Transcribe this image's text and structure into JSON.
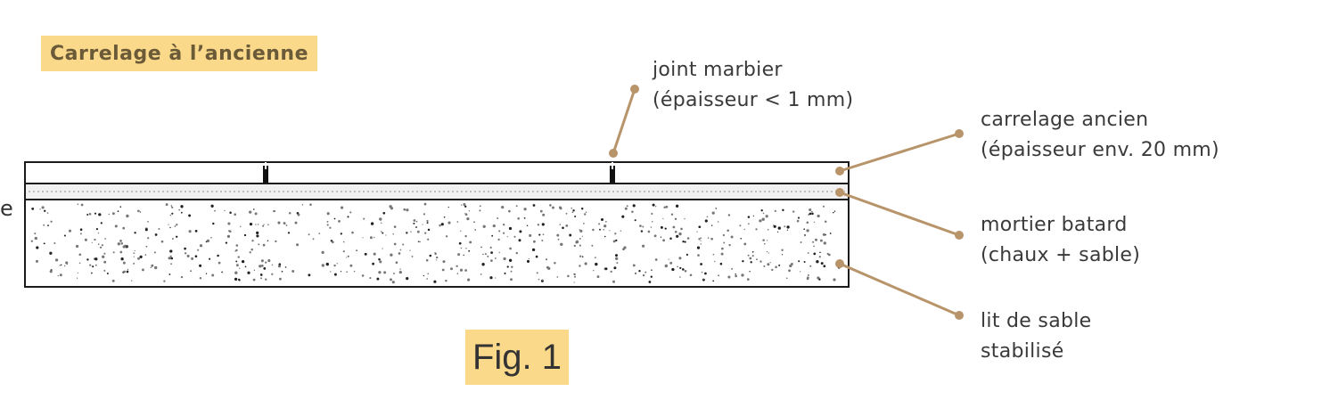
{
  "title": "Carrelage à l’ancienne",
  "figure_label": "Fig. 1",
  "edge_letter": "e",
  "annotations": {
    "joint": {
      "line1": "joint marbier",
      "line2": "(épaisseur < 1 mm)"
    },
    "tile": {
      "line1": "carrelage ancien",
      "line2": "(épaisseur env. 20 mm)"
    },
    "mortar": {
      "line1": "mortier batard",
      "line2": "(chaux + sable)"
    },
    "sand": {
      "line1": "lit de sable",
      "line2": "stabilisé"
    }
  },
  "colors": {
    "highlight": "#fbd98a",
    "leader": "#b8946a",
    "outline": "#1a1a1a"
  }
}
